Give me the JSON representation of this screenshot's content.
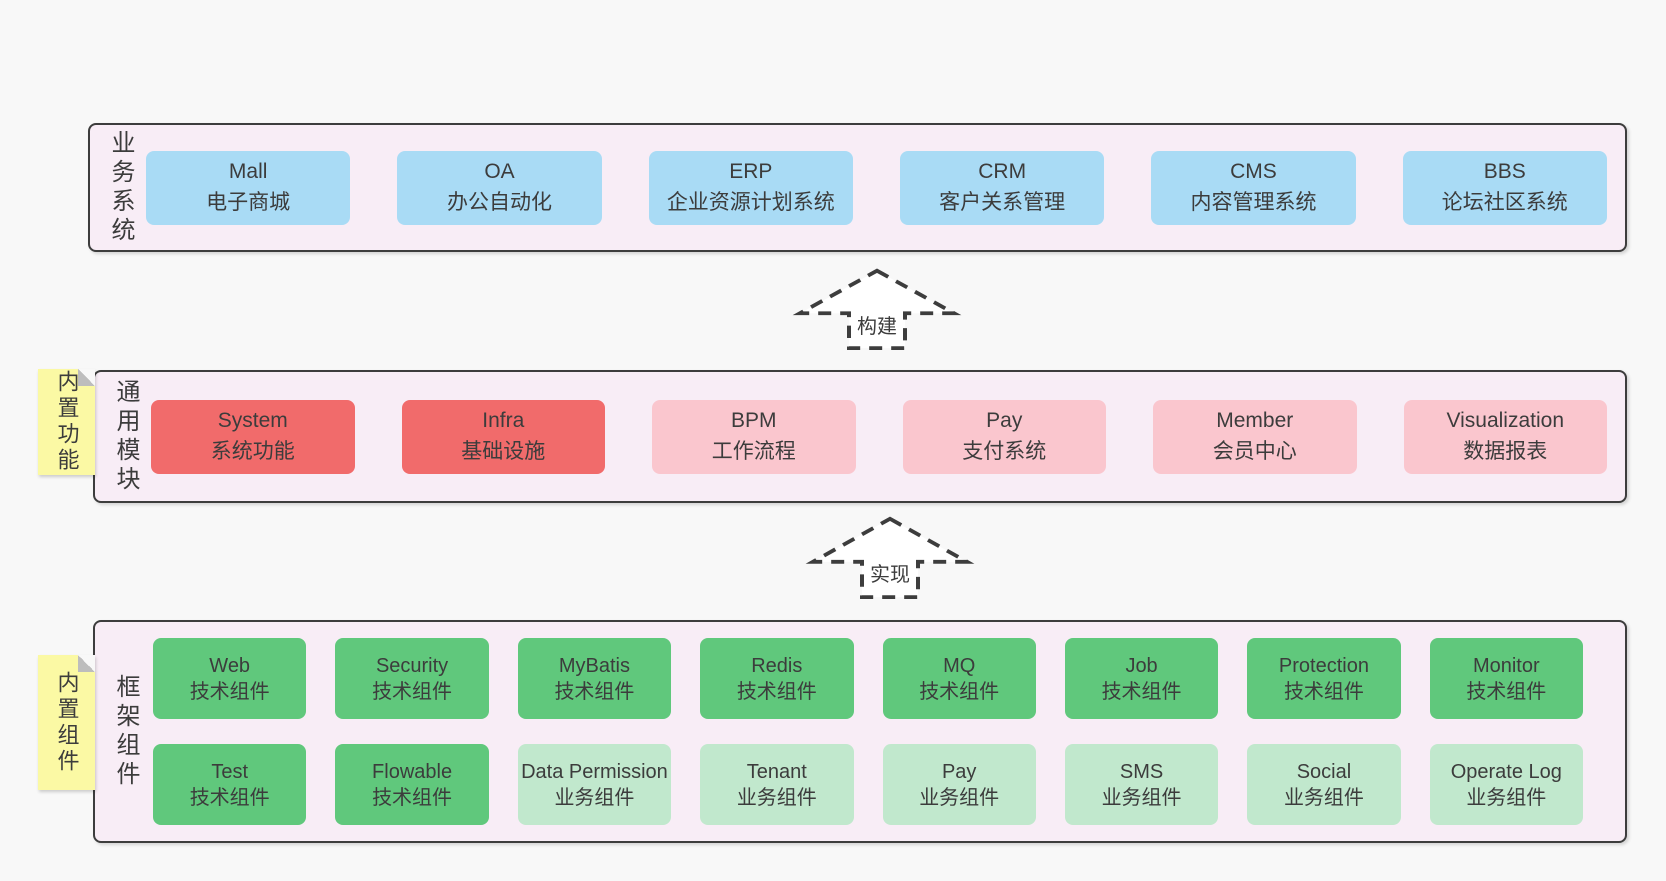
{
  "colors": {
    "bg": "#f8f8f8",
    "panel": "#f8edf6",
    "border": "#3d3d3d",
    "text": "#3c3c3c",
    "blue": "#a9dbf5",
    "red": "#f16b6b",
    "pink": "#fac6ce",
    "green": "#60c87c",
    "green_light": "#c1e8cd",
    "sticky": "#fbf9a4"
  },
  "arrows": [
    {
      "label": "构建"
    },
    {
      "label": "实现"
    }
  ],
  "stickies": [
    {
      "label": "内置功能"
    },
    {
      "label": "内置组件"
    }
  ],
  "layers": [
    {
      "label": "业务系统",
      "boxes": [
        {
          "name": "Mall",
          "sub": "电子商城",
          "variant": "blue"
        },
        {
          "name": "OA",
          "sub": "办公自动化",
          "variant": "blue"
        },
        {
          "name": "ERP",
          "sub": "企业资源计划系统",
          "variant": "blue"
        },
        {
          "name": "CRM",
          "sub": "客户关系管理",
          "variant": "blue"
        },
        {
          "name": "CMS",
          "sub": "内容管理系统",
          "variant": "blue"
        },
        {
          "name": "BBS",
          "sub": "论坛社区系统",
          "variant": "blue"
        }
      ]
    },
    {
      "label": "通用模块",
      "boxes": [
        {
          "name": "System",
          "sub": "系统功能",
          "variant": "red"
        },
        {
          "name": "Infra",
          "sub": "基础设施",
          "variant": "red"
        },
        {
          "name": "BPM",
          "sub": "工作流程",
          "variant": "pink"
        },
        {
          "name": "Pay",
          "sub": "支付系统",
          "variant": "pink"
        },
        {
          "name": "Member",
          "sub": "会员中心",
          "variant": "pink"
        },
        {
          "name": "Visualization",
          "sub": "数据报表",
          "variant": "pink"
        }
      ]
    },
    {
      "label": "框架组件",
      "rows": [
        [
          {
            "name": "Web",
            "sub": "技术组件",
            "variant": "green"
          },
          {
            "name": "Security",
            "sub": "技术组件",
            "variant": "green"
          },
          {
            "name": "MyBatis",
            "sub": "技术组件",
            "variant": "green"
          },
          {
            "name": "Redis",
            "sub": "技术组件",
            "variant": "green"
          },
          {
            "name": "MQ",
            "sub": "技术组件",
            "variant": "green"
          },
          {
            "name": "Job",
            "sub": "技术组件",
            "variant": "green"
          },
          {
            "name": "Protection",
            "sub": "技术组件",
            "variant": "green"
          },
          {
            "name": "Monitor",
            "sub": "技术组件",
            "variant": "green"
          }
        ],
        [
          {
            "name": "Test",
            "sub": "技术组件",
            "variant": "green"
          },
          {
            "name": "Flowable",
            "sub": "技术组件",
            "variant": "green"
          },
          {
            "name": "Data Permission",
            "sub": "业务组件",
            "variant": "glight"
          },
          {
            "name": "Tenant",
            "sub": "业务组件",
            "variant": "glight"
          },
          {
            "name": "Pay",
            "sub": "业务组件",
            "variant": "glight"
          },
          {
            "name": "SMS",
            "sub": "业务组件",
            "variant": "glight"
          },
          {
            "name": "Social",
            "sub": "业务组件",
            "variant": "glight"
          },
          {
            "name": "Operate Log",
            "sub": "业务组件",
            "variant": "glight"
          }
        ]
      ]
    }
  ]
}
